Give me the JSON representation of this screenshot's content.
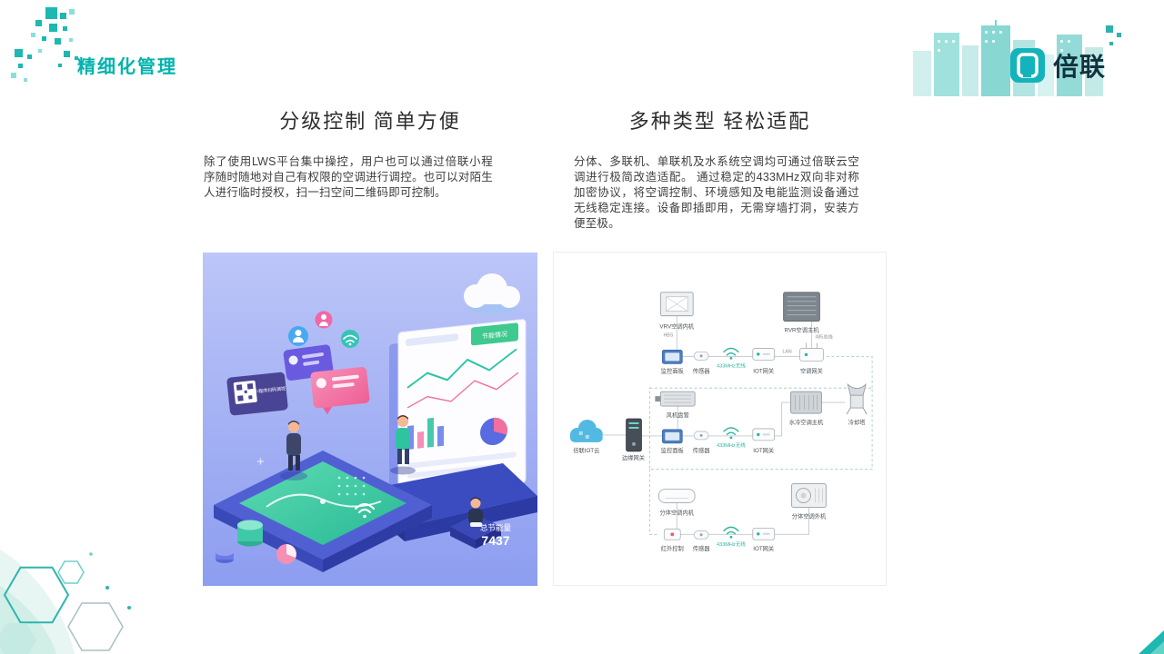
{
  "slide": {
    "title": "精细化管理",
    "logo_text": "倍联"
  },
  "left": {
    "heading": "分级控制 简单方便",
    "body": "除了使用LWS平台集中操控，用户也可以通过倍联小程序随时随地对自己有权限的空调进行调控。也可以对陌生人进行临时授权，扫一扫空间二维码即可控制。",
    "illustration": {
      "qr_sign": "小程序扫码调控",
      "energy_tag": "节能情况",
      "total_label": "总节能量",
      "total_value": "7437"
    }
  },
  "right": {
    "heading": "多种类型 轻松适配",
    "body": "分体、多联机、单联机及水系统空调均可通过倍联云空调进行极简改造适配。 通过稳定的433MHz双向非对称加密协议，将空调控制、环境感知及电能监测设备通过无线稳定连接。设备即插即用，无需穿墙打洞，安装方便至极。",
    "diagram": {
      "vrv_indoor": "VRV空调内机",
      "hbs": "HBS",
      "vrv_outdoor": "RVR空调主机",
      "bus485": "485总线",
      "panel": "监控面板",
      "sensor": "传感器",
      "wireless": "433MHz无线",
      "iot_gateway": "IOT网关",
      "lan": "LAN",
      "ac_gateway": "空调网关",
      "fan_coil": "风机盘管",
      "water_chiller": "水冷空调主机",
      "cooling_tower": "冷却塔",
      "iot_cloud": "倍联IOT云",
      "edge_gateway": "边缘网关",
      "split_indoor": "分体空调内机",
      "split_outdoor": "分体空调外机",
      "ir_control": "红外控制"
    }
  }
}
